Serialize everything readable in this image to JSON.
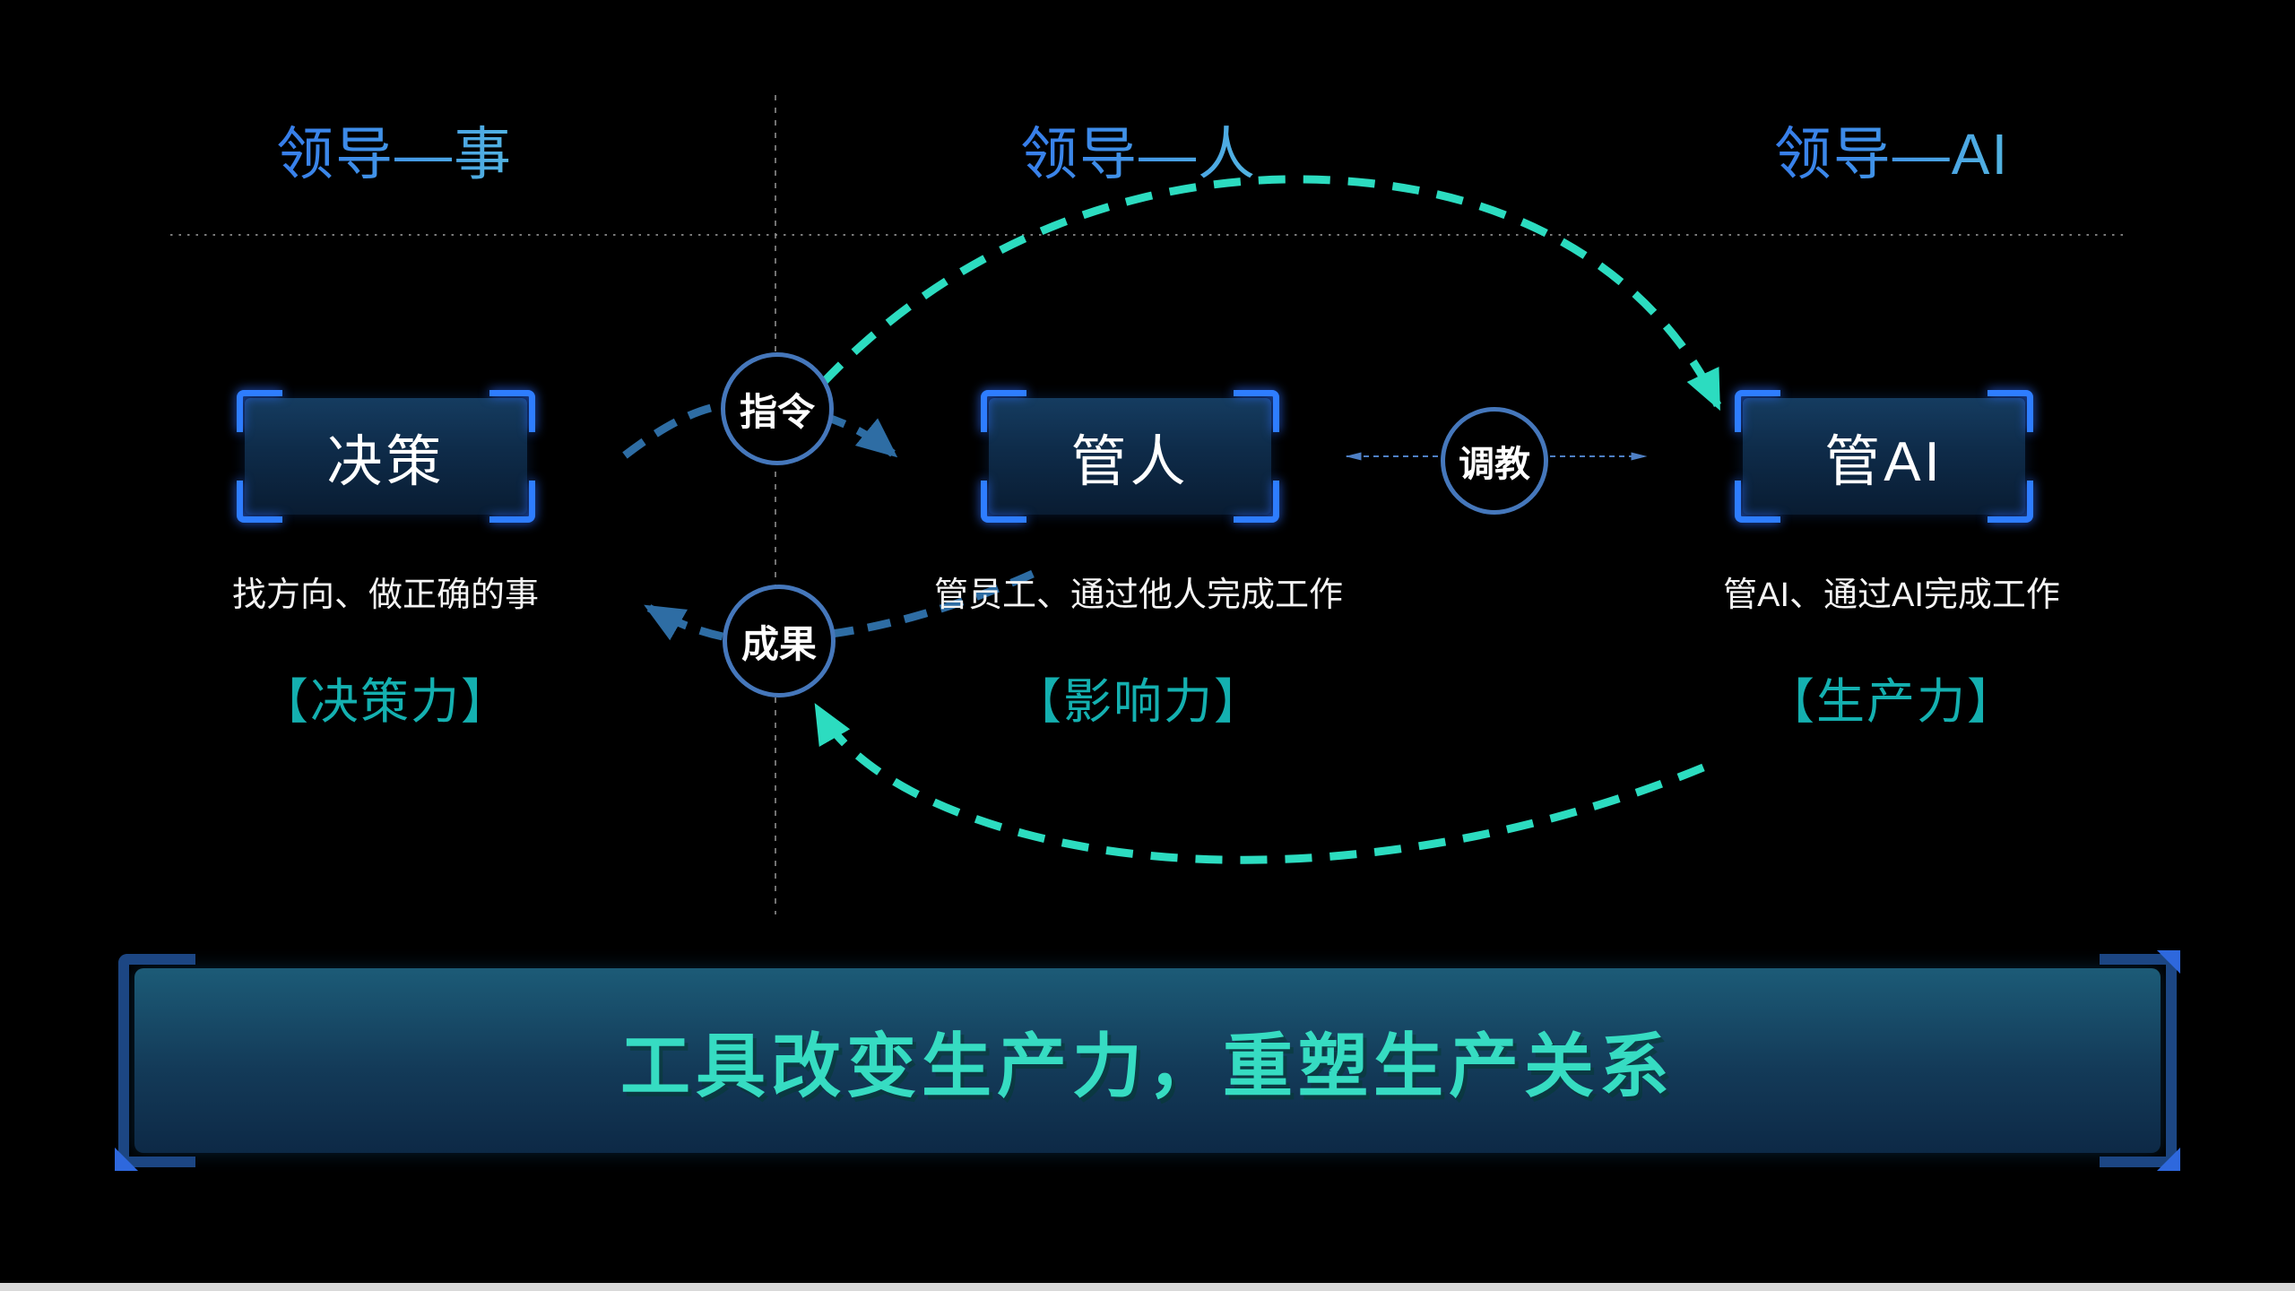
{
  "columns": [
    {
      "header": "领导—事",
      "box_label": "决策",
      "description": "找方向、做正确的事",
      "power_label": "【决策力】"
    },
    {
      "header": "领导—人",
      "box_label": "管人",
      "description": "管员工、通过他人完成工作",
      "power_label": "【影响力】"
    },
    {
      "header": "领导—AI",
      "box_label": "管AI",
      "description": "管AI、通过AI完成工作",
      "power_label": "【生产力】"
    }
  ],
  "connectors": {
    "instruction_label": "指令",
    "result_label": "成果",
    "tuning_label": "调教"
  },
  "banner": {
    "text": "工具改变生产力，重塑生产关系"
  },
  "colors": {
    "background": "#000000",
    "header_gradient_start": "#2a63ee",
    "header_gradient_end": "#63d4da",
    "box_bracket_blue": "#2e7dff",
    "circle_border_blue": "#4577bb",
    "steel_blue_arrow": "#2e6da4",
    "teal_arrow": "#2cdcc0",
    "teal_power_label": "#14b0b0",
    "banner_text_teal": "#36dcc2",
    "guide_line_gray": "#8f8f8f"
  }
}
